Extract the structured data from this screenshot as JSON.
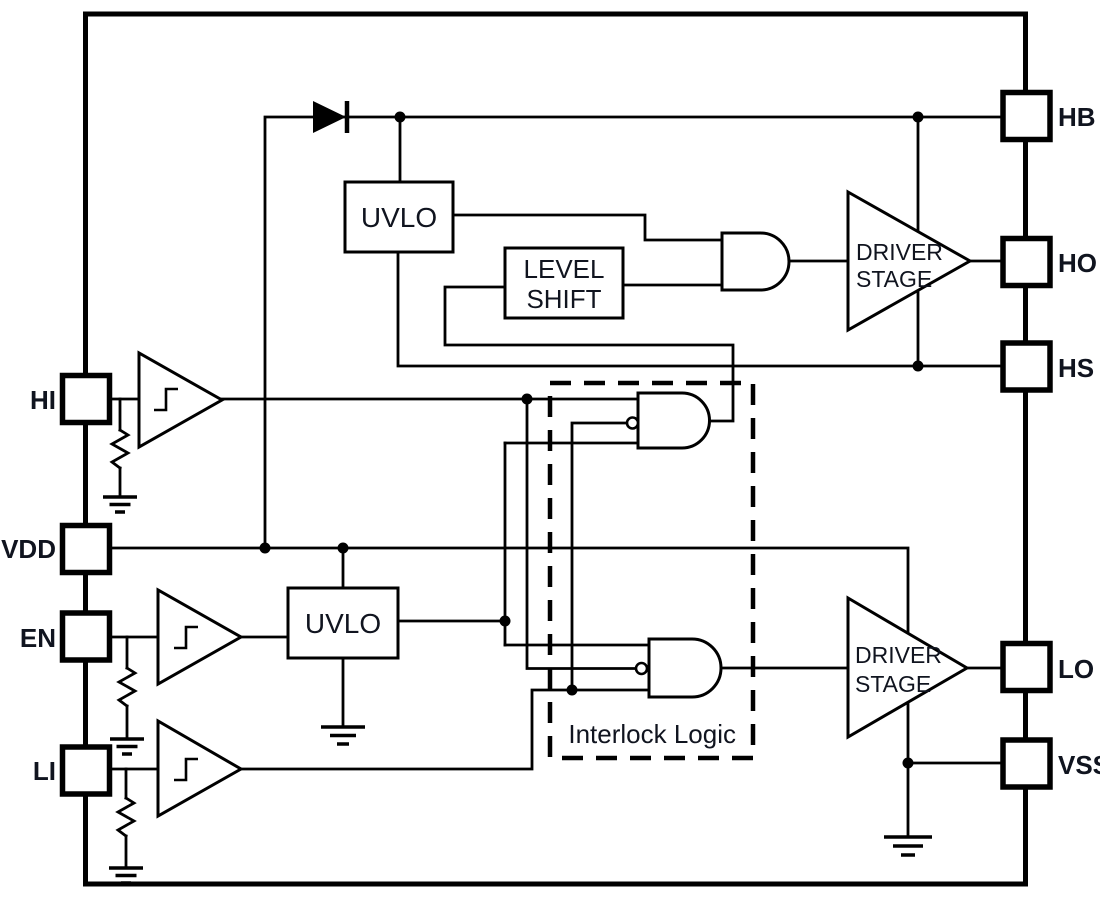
{
  "colors": {
    "background": "#ffffff",
    "line": "#000000",
    "text": "#10141f"
  },
  "pins": {
    "hi": "HI",
    "vdd": "VDD",
    "en": "EN",
    "li": "LI",
    "hb": "HB",
    "ho": "HO",
    "hs": "HS",
    "lo": "LO",
    "vss": "VSS"
  },
  "blocks": {
    "uvlo_top": "UVLO",
    "uvlo_main": "UVLO",
    "level_shift": {
      "line1": "LEVEL",
      "line2": "SHIFT"
    },
    "driver_high": {
      "line1": "DRIVER",
      "line2": "STAGE"
    },
    "driver_low": {
      "line1": "DRIVER",
      "line2": "STAGE"
    }
  },
  "interlock": {
    "label": "Interlock Logic"
  }
}
